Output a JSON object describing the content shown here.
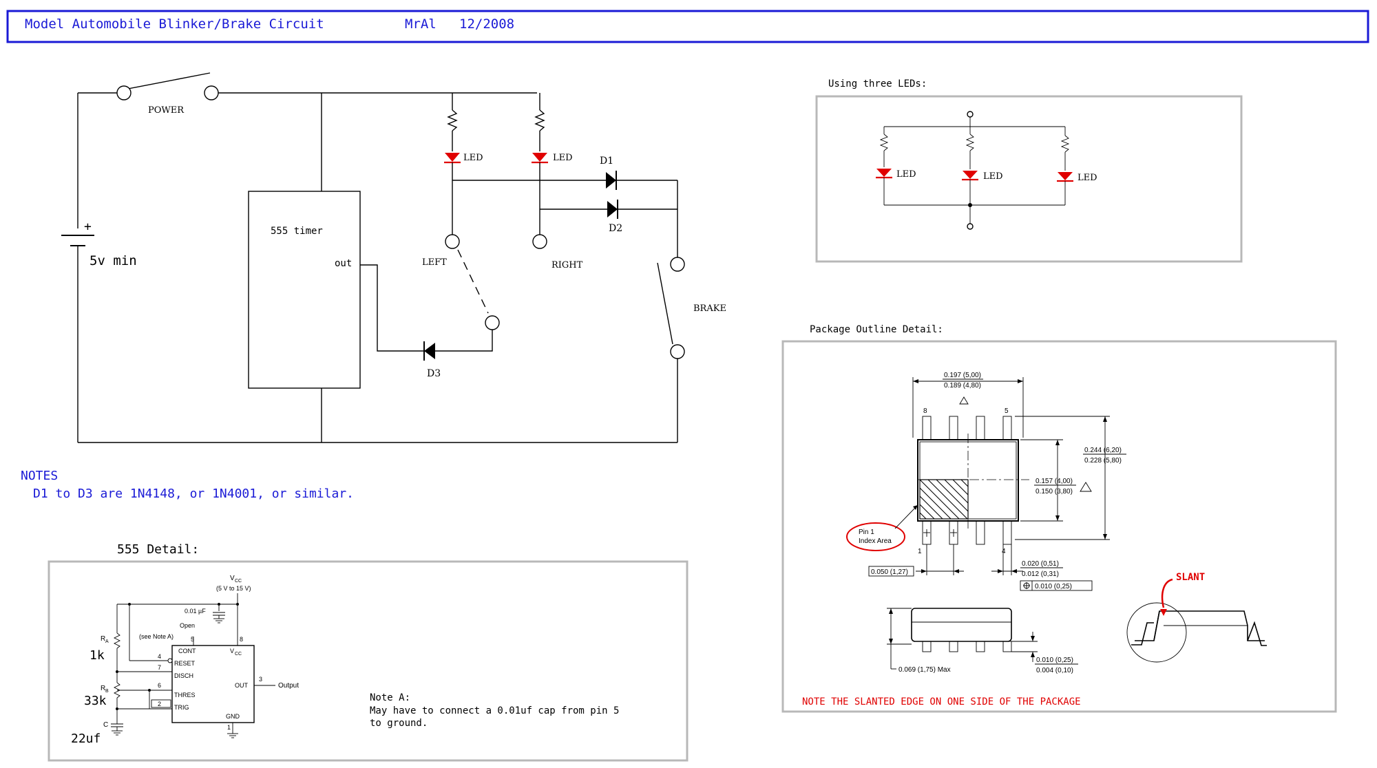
{
  "header": {
    "title": "Model Automobile Blinker/Brake Circuit",
    "author": "MrAl",
    "date": "12/2008",
    "border_color": "#1a1ad6"
  },
  "main_circuit": {
    "power_label": "POWER",
    "battery_plus": "+",
    "battery_label": "5v min",
    "timer_label": "555 timer",
    "timer_out": "out",
    "led1": "LED",
    "led2": "LED",
    "d1": "D1",
    "d2": "D2",
    "d3": "D3",
    "left": "LEFT",
    "right": "RIGHT",
    "brake": "BRAKE"
  },
  "notes": {
    "heading": "NOTES",
    "line1": "D1 to D3 are 1N4148, or 1N4001, or similar."
  },
  "three_leds": {
    "title": "Using three LEDs:",
    "led_labels": [
      "LED",
      "LED",
      "LED"
    ]
  },
  "package": {
    "title": "Package Outline Detail:",
    "width_top": "0.197 (5,00)",
    "width_bottom": "0.189 (4,80)",
    "pin8": "8",
    "pin5": "5",
    "pin1": "1",
    "pin4": "4",
    "span_top": "0.244 (6,20)",
    "span_bottom": "0.228 (5,80)",
    "body_top": "0.157 (4,00)",
    "body_bottom": "0.150 (3,80)",
    "index_line1": "Pin 1",
    "index_line2": "Index Area",
    "pitch": "0.050 (1,27)",
    "lead_top": "0.020 (0,51)",
    "lead_bottom": "0.012 (0,31)",
    "lead_tol": "0.010 (0,25)",
    "height": "0.069 (1,75) Max",
    "standoff_top": "0.010 (0,25)",
    "standoff_bottom": "0.004 (0,10)",
    "slant": "SLANT",
    "note": "NOTE THE SLANTED EDGE ON ONE SIDE OF THE PACKAGE",
    "note_color": "#e00000"
  },
  "detail555": {
    "title": "555 Detail:",
    "vcc_top": "V",
    "vcc_sub": "CC",
    "vcc_range": "(5 V to 15 V)",
    "cap": "0.01 µF",
    "open": "Open",
    "see_note": "(see Note A)",
    "ra": "R",
    "ra_sub": "A",
    "rb": "R",
    "rb_sub": "B",
    "c": "C",
    "ra_val": "1k",
    "rb_val": "33k",
    "c_val": "22uf",
    "p5": "5",
    "p8": "8",
    "p4": "4",
    "p7": "7",
    "p6": "6",
    "p2": "2",
    "p3": "3",
    "p1": "1",
    "cont": "CONT",
    "vcc_pin": "V",
    "vcc_pin_sub": "CC",
    "reset": "RESET",
    "disch": "DISCH",
    "thres": "THRES",
    "trig": "TRIG",
    "out": "OUT",
    "gnd": "GND",
    "output": "Output",
    "note_a_title": "Note A:",
    "note_a_line1": "May have to connect a 0.01uf cap from pin 5",
    "note_a_line2": "to ground."
  }
}
